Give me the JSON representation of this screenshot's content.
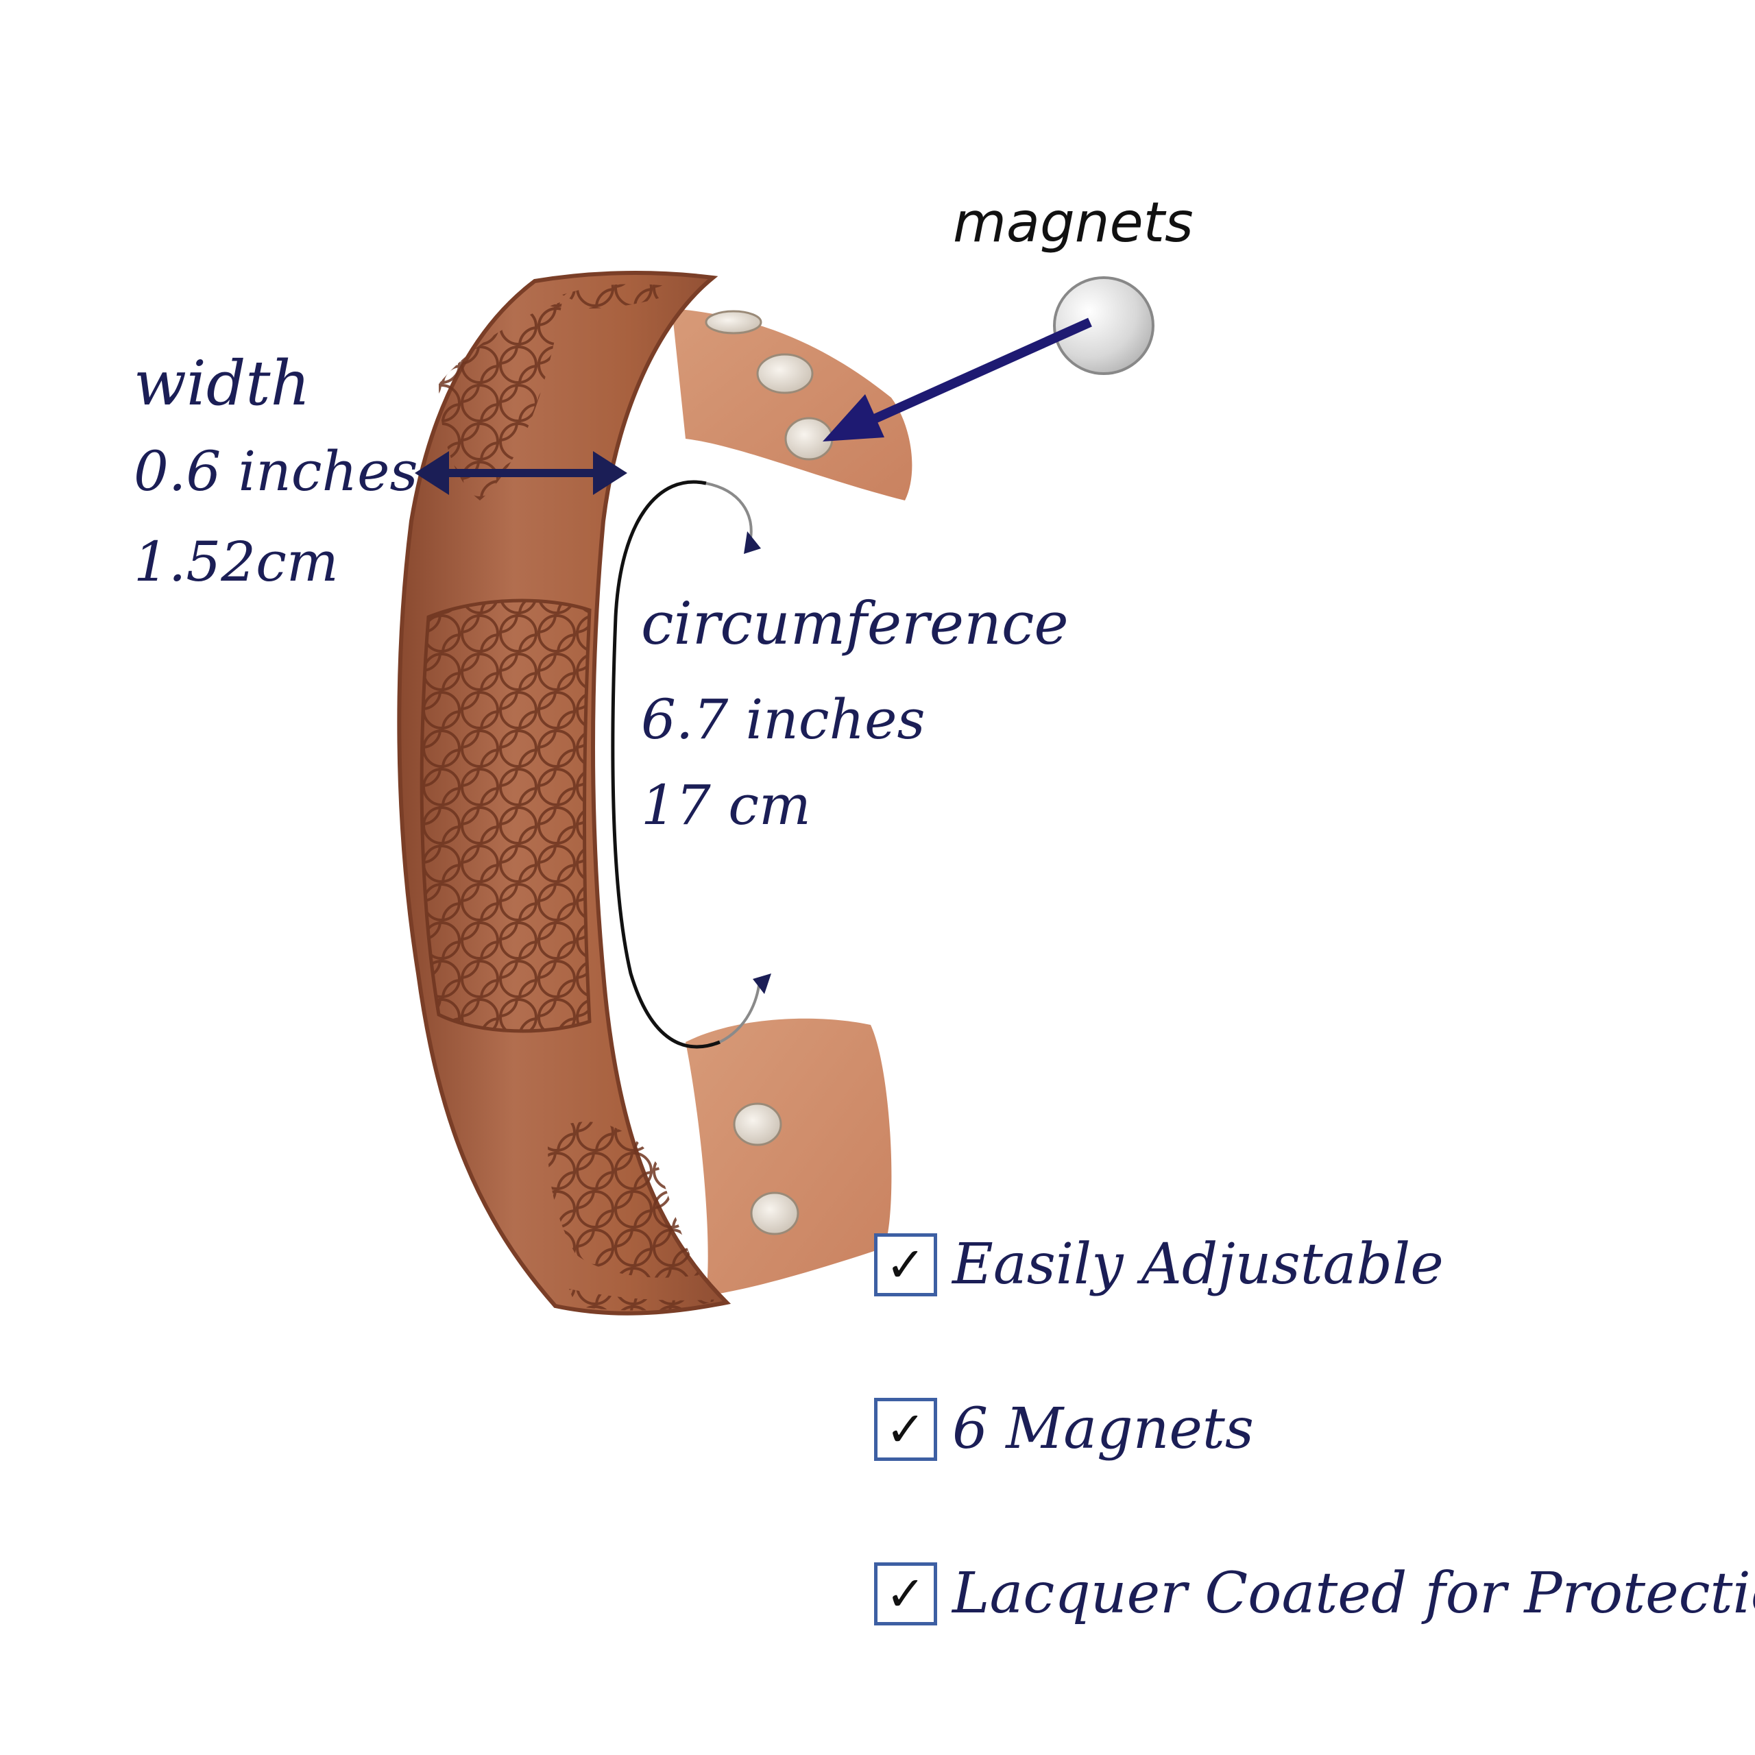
{
  "magnets_label": "magnets",
  "width_block": {
    "title": "width",
    "imperial": "0.6 inches",
    "metric": "1.52cm"
  },
  "circumference_block": {
    "title": "circumference",
    "imperial": "6.7 inches",
    "metric": "17 cm"
  },
  "features": [
    {
      "label": "Easily Adjustable",
      "checked": true
    },
    {
      "label": "6 Magnets",
      "checked": true
    },
    {
      "label": "Lacquer Coated for Protection",
      "checked": true
    }
  ],
  "colors": {
    "text": "#1b1e56",
    "arrow": "#1b1e56",
    "copper": "#b5704e",
    "checkbox_border": "#3d5fa3"
  }
}
